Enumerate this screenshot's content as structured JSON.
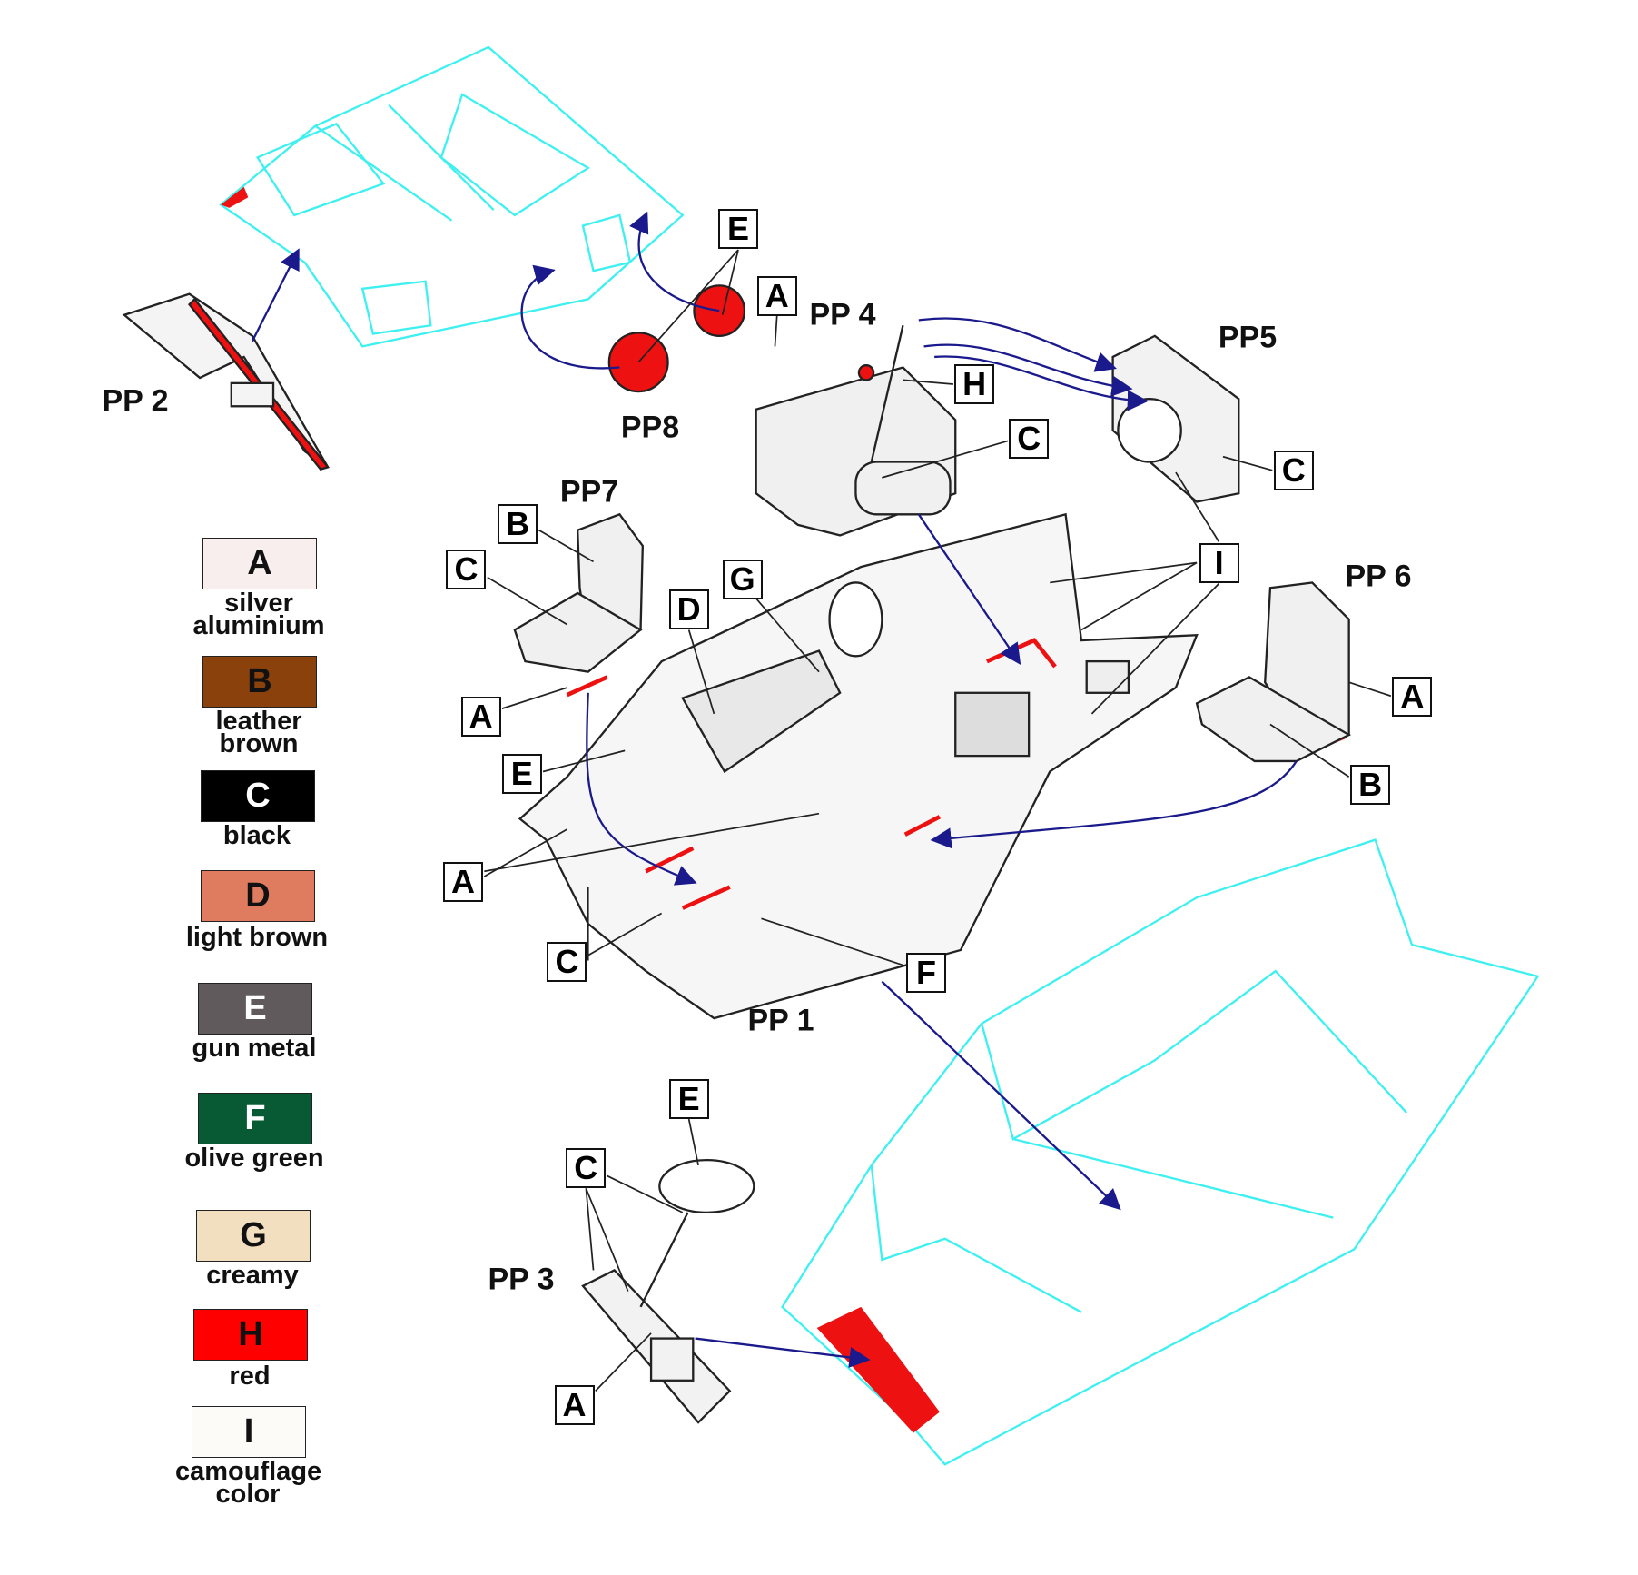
{
  "parts": {
    "pp1": "PP 1",
    "pp2": "PP 2",
    "pp3": "PP 3",
    "pp4": "PP 4",
    "pp5": "PP5",
    "pp6": "PP 6",
    "pp7": "PP7",
    "pp8": "PP8"
  },
  "callouts": [
    "E",
    "A",
    "H",
    "C",
    "C",
    "I",
    "A",
    "B",
    "B",
    "C",
    "A",
    "E",
    "D",
    "G",
    "A",
    "C",
    "F",
    "E",
    "C",
    "A"
  ],
  "legend": [
    {
      "letter": "A",
      "label": "silver aluminium",
      "color": "#f8eeee",
      "text_color": "#111"
    },
    {
      "letter": "B",
      "label": "leather brown",
      "color": "#8b410c",
      "text_color": "#111"
    },
    {
      "letter": "C",
      "label": "black",
      "color": "#000000",
      "text_color": "#ffffff"
    },
    {
      "letter": "D",
      "label": "light brown",
      "color": "#df7b5e",
      "text_color": "#111"
    },
    {
      "letter": "E",
      "label": "gun metal",
      "color": "#605a5c",
      "text_color": "#ffffff"
    },
    {
      "letter": "F",
      "label": "olive green",
      "color": "#075a33",
      "text_color": "#ffffff"
    },
    {
      "letter": "G",
      "label": "creamy",
      "color": "#f2dfc0",
      "text_color": "#111"
    },
    {
      "letter": "H",
      "label": "red",
      "color": "#ff0000",
      "text_color": "#111"
    },
    {
      "letter": "I",
      "label": "camouflage color",
      "color": "#fdfbf8",
      "text_color": "#111"
    }
  ],
  "colors": {
    "ghost": "#3ff0f0",
    "arrow": "#1a1a8c",
    "red": "#ee1111",
    "line": "#222222"
  }
}
